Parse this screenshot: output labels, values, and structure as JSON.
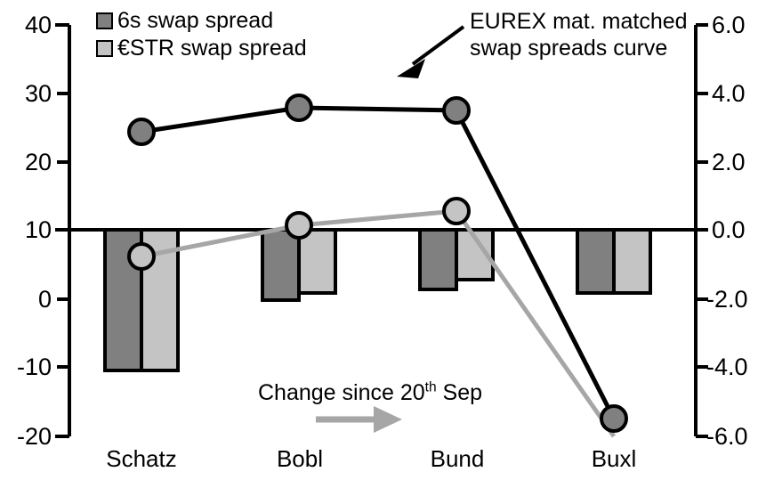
{
  "chart_data": {
    "type": "bar",
    "title": "",
    "subtitle": "",
    "xlabel": "",
    "ylabel": "",
    "y2label": "",
    "categories": [
      "Schatz",
      "Bobl",
      "Bund",
      "Buxl"
    ],
    "grid": false,
    "legend_position": "top-left",
    "left_axis": {
      "ticks": [
        "40",
        "30",
        "20",
        "10",
        "0",
        "-10",
        "-20"
      ],
      "values": [
        40,
        30,
        20,
        10,
        0,
        -10,
        -20
      ],
      "ylim": [
        -20,
        40
      ],
      "zero_of_bars_at": 10
    },
    "right_axis": {
      "ticks": [
        "6.0",
        "4.0",
        "2.0",
        "0.0",
        "-2.0",
        "-4.0",
        "-6.0"
      ],
      "values": [
        6.0,
        4.0,
        2.0,
        0.0,
        -2.0,
        -4.0,
        -6.0
      ],
      "ylim": [
        -6.0,
        6.0
      ]
    },
    "series": [
      {
        "name": "6s swap spread",
        "type": "bar",
        "axis": "right",
        "color": "#808080",
        "values": [
          -4.1,
          -2.05,
          -1.75,
          -1.85
        ]
      },
      {
        "name": "€STR swap spread",
        "type": "bar",
        "axis": "right",
        "color": "#c4c4c4",
        "values": [
          -4.1,
          -1.85,
          -1.45,
          -1.85
        ]
      },
      {
        "name": "EUREX mat. matched swap spreads curve",
        "type": "line",
        "axis": "left",
        "color": "#000000",
        "marker_color": "#808080",
        "values": [
          24.6,
          28.0,
          27.4,
          -18.0
        ]
      },
      {
        "name": "Change since 20th Sep",
        "type": "line",
        "axis": "left",
        "color": "#a6a6a6",
        "marker_color": "#c4c4c4",
        "values": [
          6.2,
          10.6,
          12.8,
          -20.0
        ]
      }
    ],
    "annotations": [
      {
        "id": "eurex",
        "text_lines": [
          "EUREX mat. matched",
          "swap spreads curve"
        ],
        "arrow": "diagonal-down-left",
        "color": "#000000"
      },
      {
        "id": "change",
        "text": "Change since 20th Sep",
        "text_prefix": "Change since 20",
        "text_superscript": "th",
        "text_suffix": " Sep",
        "arrow": "right",
        "arrow_color": "#a6a6a6"
      }
    ]
  },
  "legend": {
    "items": [
      {
        "label": "6s swap spread",
        "color": "#808080"
      },
      {
        "label": "€STR swap spread",
        "color": "#c4c4c4"
      }
    ]
  },
  "axes": {
    "left_ticks": [
      "40",
      "30",
      "20",
      "10",
      "0",
      "-10",
      "-20"
    ],
    "right_ticks": [
      "6.0",
      "4.0",
      "2.0",
      "0.0",
      "-2.0",
      "-4.0",
      "-6.0"
    ],
    "categories": [
      "Schatz",
      "Bobl",
      "Bund",
      "Buxl"
    ]
  },
  "annotations": {
    "eurex_line1": "EUREX mat. matched",
    "eurex_line2": "swap spreads curve",
    "change_prefix": "Change since 20",
    "change_sup": "th",
    "change_suffix": " Sep"
  },
  "colors": {
    "bar_dark": "#808080",
    "bar_light": "#c4c4c4",
    "line_black": "#000000",
    "line_gray": "#a6a6a6",
    "axis": "#000000"
  }
}
